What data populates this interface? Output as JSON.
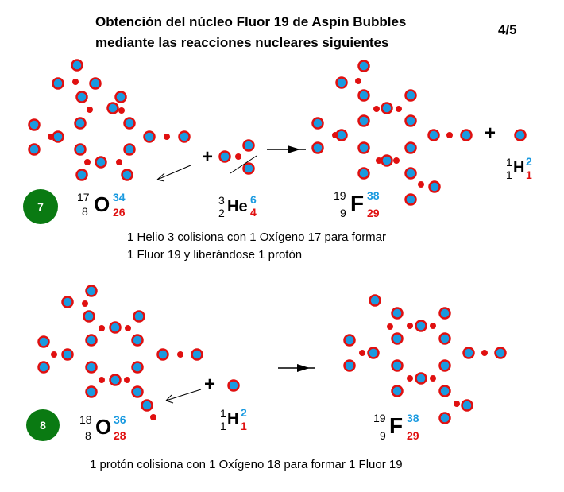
{
  "title": {
    "line1": "Obtención del núcleo  Fluor 19 de Aspin Bubbles",
    "line2": "mediante las reacciones nucleares siguientes"
  },
  "page_indicator": "4/5",
  "reaction7": {
    "badge": "7",
    "reactant1": {
      "symbol": "O",
      "mass": "17",
      "atomic": "8",
      "blue": "34",
      "red": "26"
    },
    "reactant2": {
      "symbol": "He",
      "mass": "3",
      "atomic": "2",
      "blue": "6",
      "red": "4"
    },
    "product1": {
      "symbol": "F",
      "mass": "19",
      "atomic": "9",
      "blue": "38",
      "red": "29"
    },
    "product2": {
      "symbol": "H",
      "mass": "1",
      "atomic": "1",
      "blue": "2",
      "red": "1"
    },
    "plus1": "+",
    "plus2": "+",
    "caption_line1": "1 Helio 3 colisiona con 1 Oxígeno 17 para formar",
    "caption_line2": "1 Fluor 19  y liberándose 1 protón"
  },
  "reaction8": {
    "badge": "8",
    "reactant1": {
      "symbol": "O",
      "mass": "18",
      "atomic": "8",
      "blue": "36",
      "red": "28"
    },
    "reactant2": {
      "symbol": "H",
      "mass": "1",
      "atomic": "1",
      "blue": "2",
      "red": "1"
    },
    "product1": {
      "symbol": "F",
      "mass": "19",
      "atomic": "9",
      "blue": "38",
      "red": "29"
    },
    "plus1": "+",
    "caption": "1 protón  colisiona con 1 Oxígeno 18 para formar 1 Fluor 19"
  },
  "colors": {
    "proton_ring": "#e01010",
    "neutron_fill": "#1a9ae0",
    "link_dot": "#e01010",
    "badge": "#0a7a12"
  }
}
